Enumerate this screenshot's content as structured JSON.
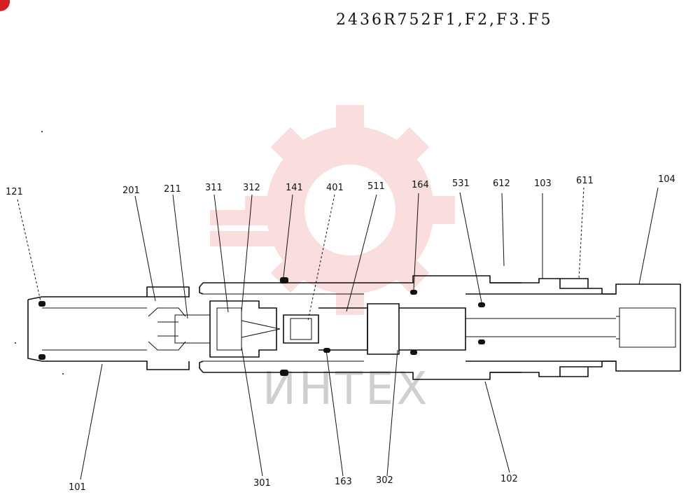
{
  "drawing_title": "2436R752F1,F2,F3.F5",
  "watermark": {
    "text": "ИНТЕХ",
    "color": "#f2a0a0"
  },
  "callouts": [
    {
      "id": "c121",
      "label": "121"
    },
    {
      "id": "c201",
      "label": "201"
    },
    {
      "id": "c211",
      "label": "211"
    },
    {
      "id": "c311",
      "label": "311"
    },
    {
      "id": "c312",
      "label": "312"
    },
    {
      "id": "c141",
      "label": "141"
    },
    {
      "id": "c401",
      "label": "401"
    },
    {
      "id": "c511",
      "label": "511"
    },
    {
      "id": "c164",
      "label": "164"
    },
    {
      "id": "c531",
      "label": "531"
    },
    {
      "id": "c612",
      "label": "612"
    },
    {
      "id": "c103",
      "label": "103"
    },
    {
      "id": "c611",
      "label": "611"
    },
    {
      "id": "c104",
      "label": "104"
    },
    {
      "id": "c101",
      "label": "101"
    },
    {
      "id": "c301",
      "label": "301"
    },
    {
      "id": "c163",
      "label": "163"
    },
    {
      "id": "c302",
      "label": "302"
    },
    {
      "id": "c102",
      "label": "102"
    }
  ]
}
